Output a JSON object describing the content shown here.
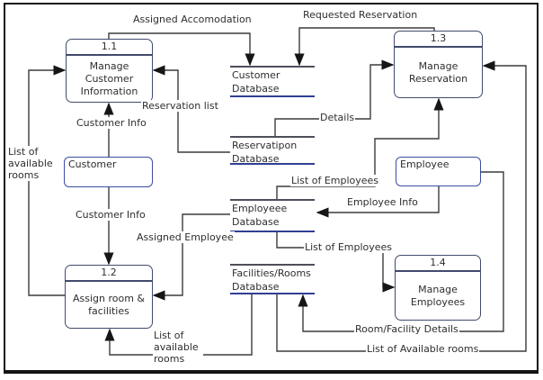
{
  "diagram": {
    "type": "data-flow-diagram",
    "processes": [
      {
        "id": "1.1",
        "name": "Manage Customer Information"
      },
      {
        "id": "1.2",
        "name": "Assign room & facilities"
      },
      {
        "id": "1.3",
        "name": "Manage Reservation"
      },
      {
        "id": "1.4",
        "name": "Manage Employees"
      }
    ],
    "entities": [
      {
        "name": "Customer"
      },
      {
        "name": "Employee"
      }
    ],
    "data_stores": [
      {
        "name": "Customer Database"
      },
      {
        "name": "Reservatipon Database"
      },
      {
        "name": "Employeee Database"
      },
      {
        "name": "Facilities/Rooms Database"
      }
    ],
    "flows": [
      {
        "label": "Assigned Accomodation",
        "from": "1.1 Manage Customer Information",
        "to": "Customer Database"
      },
      {
        "label": "Requested Reservation",
        "from": "1.3 Manage Reservation",
        "to": "Customer Database"
      },
      {
        "label": "Reservation list",
        "from": "Reservatipon Database",
        "to": "1.1 Manage Customer Information"
      },
      {
        "label": "Customer Info",
        "from": "Customer",
        "to": "1.1 Manage Customer Information"
      },
      {
        "label": "Customer Info",
        "from": "Customer",
        "to": "1.2 Assign room & facilities"
      },
      {
        "label": "List of available rooms",
        "from": "1.2 Assign room & facilities",
        "to": "1.1 Manage Customer Information"
      },
      {
        "label": "Details",
        "from": "Reservatipon Database",
        "to": "1.3 Manage Reservation"
      },
      {
        "label": "List of Employees",
        "from": "Employeee Database",
        "to": "1.3 Manage Reservation"
      },
      {
        "label": "Employee Info",
        "from": "Employee",
        "to": "Employeee Database"
      },
      {
        "label": "Assigned Employee",
        "from": "Employeee Database",
        "to": "1.2 Assign room & facilities"
      },
      {
        "label": "List of Employees",
        "from": "Employeee Database",
        "to": "1.4 Manage Employees"
      },
      {
        "label": "Room/Facility Details",
        "from": "Employee",
        "to": "Facilities/Rooms Database"
      },
      {
        "label": "List of Available rooms",
        "from": "Facilities/Rooms Database",
        "to": "1.3 Manage Reservation"
      },
      {
        "label": "List of available rooms",
        "from": "Facilities/Rooms Database",
        "to": "1.2 Assign room & facilities"
      }
    ],
    "colors": {
      "process_border": "#414a6b",
      "entity_border": "#3c4da1",
      "store_top_line": "#4d505a",
      "store_bottom_line": "#303f92",
      "flow_line": "#3b3b3b",
      "arrow": "#161616",
      "text": "#2e2e2e",
      "background": "#ffffff",
      "outer_border": "#141414"
    }
  }
}
